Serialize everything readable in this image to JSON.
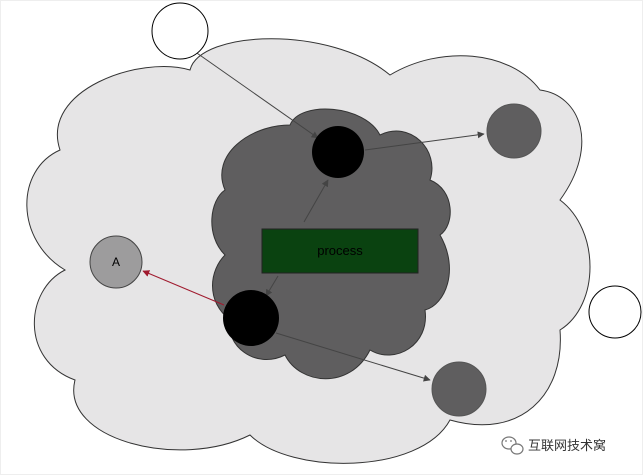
{
  "process_box": {
    "label": "process"
  },
  "node_a": {
    "label": "A"
  },
  "watermark": {
    "text": "互联网技术窝",
    "icon": "wechat-icon"
  },
  "colors": {
    "outer_cloud": "#e6e5e6",
    "inner_cloud": "#5f5e5f",
    "process_fill": "#0a4210",
    "black_node": "#000000",
    "grey_node": "#5f5e5f",
    "node_a_fill": "#9d9c9d",
    "white_node": "#ffffff",
    "edge": "#444444",
    "red_edge": "#a01a2e"
  }
}
